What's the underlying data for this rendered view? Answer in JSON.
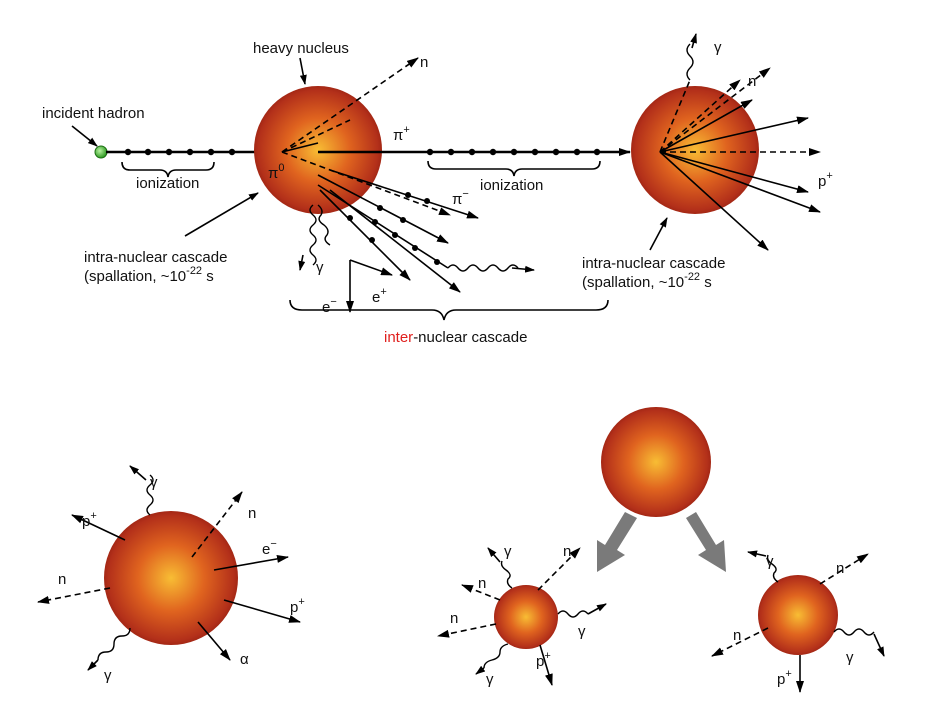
{
  "labels": {
    "heavy_nucleus": "heavy nucleus",
    "incident_hadron": "incident hadron",
    "ionization_1": "ionization",
    "ionization_2": "ionization",
    "intra_left_1": "intra-nuclear cascade",
    "intra_left_2": "(spallation, ~10",
    "intra_left_exp": "-22",
    "intra_left_unit": " s",
    "intra_right_1": "intra-nuclear cascade",
    "intra_right_2": "(spallation, ~10",
    "intra_right_exp": "-22",
    "intra_right_unit": " s",
    "inter_red": "inter",
    "inter_rest": "-nuclear cascade",
    "pi_plus": "π",
    "pi_plus_sup": "+",
    "pi_minus": "π",
    "pi_minus_sup": "−",
    "pi_zero": "π",
    "pi_zero_sup": "0",
    "n": "n",
    "gamma": "γ",
    "e_minus": "e",
    "e_minus_sup": "−",
    "e_plus": "e",
    "e_plus_sup": "+",
    "p_plus": "p",
    "p_plus_sup": "+",
    "alpha": "α"
  },
  "colors": {
    "nucleus_center": "#f6b02e",
    "nucleus_mid": "#d9541c",
    "nucleus_edge": "#8c1a0c",
    "hadron": "#4cc23a",
    "inter_red": "#e0201e",
    "fission_arrow": "#7a7a7a"
  }
}
